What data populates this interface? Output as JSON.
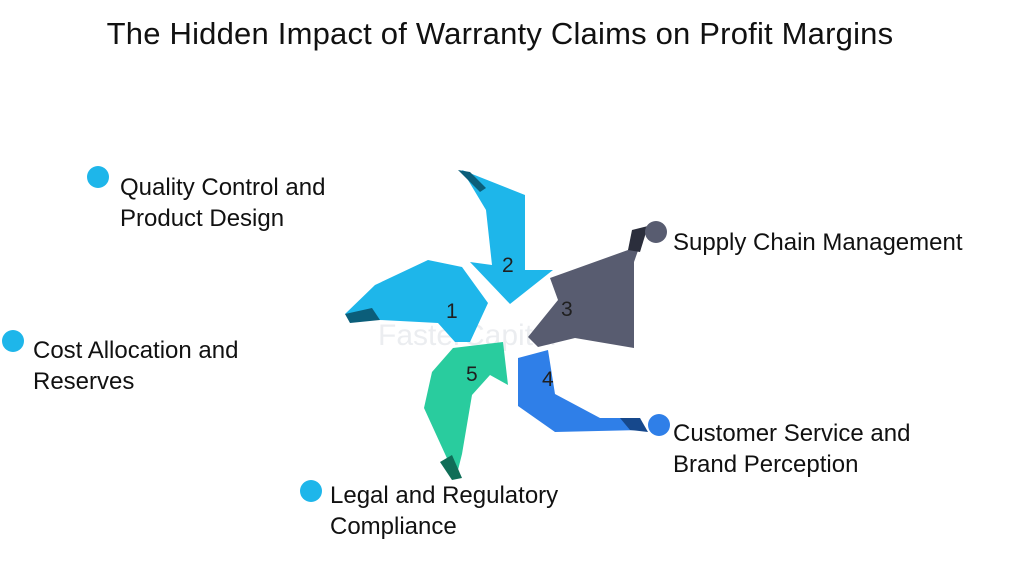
{
  "title": "The Hidden Impact of Warranty Claims on Profit Margins",
  "watermark": "FasterCapital",
  "items": [
    {
      "num": "1",
      "label_line1": "Quality Control and",
      "label_line2": "Product Design",
      "color": "#1EB6EA",
      "dot_color": "#1EB6EA"
    },
    {
      "num": "2",
      "label_line1": "Supply Chain Management",
      "label_line2": "",
      "color": "#1EB6EA",
      "dot_color": "#585C70"
    },
    {
      "num": "3",
      "label_line1": "Customer Service and",
      "label_line2": "Brand Perception",
      "color": "#585C70",
      "dot_color": "#2F7FE8"
    },
    {
      "num": "4",
      "label_line1": "Legal and Regulatory",
      "label_line2": "Compliance",
      "color": "#2F7FE8",
      "dot_color": "#1EB6EA"
    },
    {
      "num": "5",
      "label_line1": "Cost Allocation and",
      "label_line2": "Reserves",
      "color": "#29CC9E",
      "dot_color": "#1EB6EA"
    }
  ],
  "fold_colors": {
    "cyan": "#0B5E7A",
    "slate": "#2B2E3C",
    "blue": "#16488C",
    "green": "#0F6E57"
  }
}
